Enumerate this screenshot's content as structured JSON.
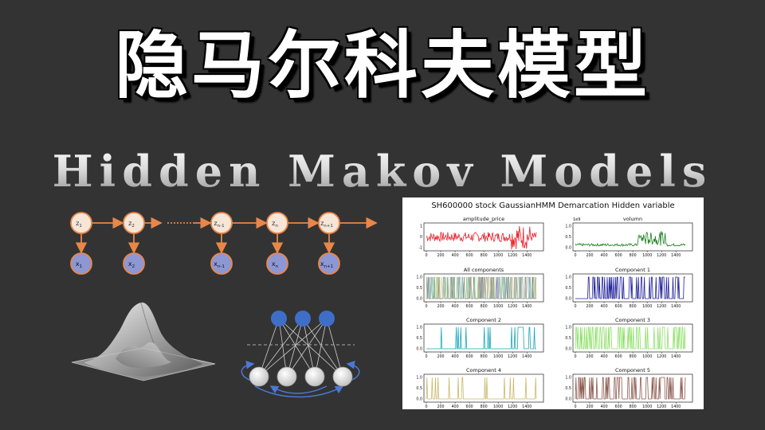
{
  "title_cn": "隐马尔科夫模型",
  "title_en": "Hidden Makov Models",
  "hmm_diagram": {
    "hidden_nodes": [
      "z1",
      "z2",
      "zn-1",
      "zn",
      "zn+1"
    ],
    "observed_nodes": [
      "x1",
      "x2",
      "xn-1",
      "xn",
      "xn+1"
    ],
    "hidden_color": "#f5e6d8",
    "observed_color": "#8c97d4",
    "edge_color": "#e8874a"
  },
  "figure": {
    "suptitle": "SH600000 stock GaussianHMM Demarcation  Hidden variable",
    "xticks": [
      "0",
      "200",
      "400",
      "600",
      "800",
      "1000",
      "1200",
      "1400"
    ],
    "yticks": [
      "0.0",
      "0.5",
      "1.0"
    ],
    "panels": [
      {
        "title": "amplitude_price",
        "color": "#e8202a",
        "yticks": [
          "1",
          "0",
          "-1"
        ]
      },
      {
        "title": "volumn",
        "color": "#1e7d1e",
        "exponent": "1e9",
        "yticks": [
          "1.0",
          "0.5",
          "0.0"
        ]
      },
      {
        "title": "All components",
        "color": "#999999"
      },
      {
        "title": "Component 1",
        "color": "#22229a"
      },
      {
        "title": "Component 2",
        "color": "#18a6b8"
      },
      {
        "title": "Component 3",
        "color": "#8fe06a"
      },
      {
        "title": "Component 4",
        "color": "#c9b86a"
      },
      {
        "title": "Component 5",
        "color": "#8c5a4e"
      }
    ]
  }
}
